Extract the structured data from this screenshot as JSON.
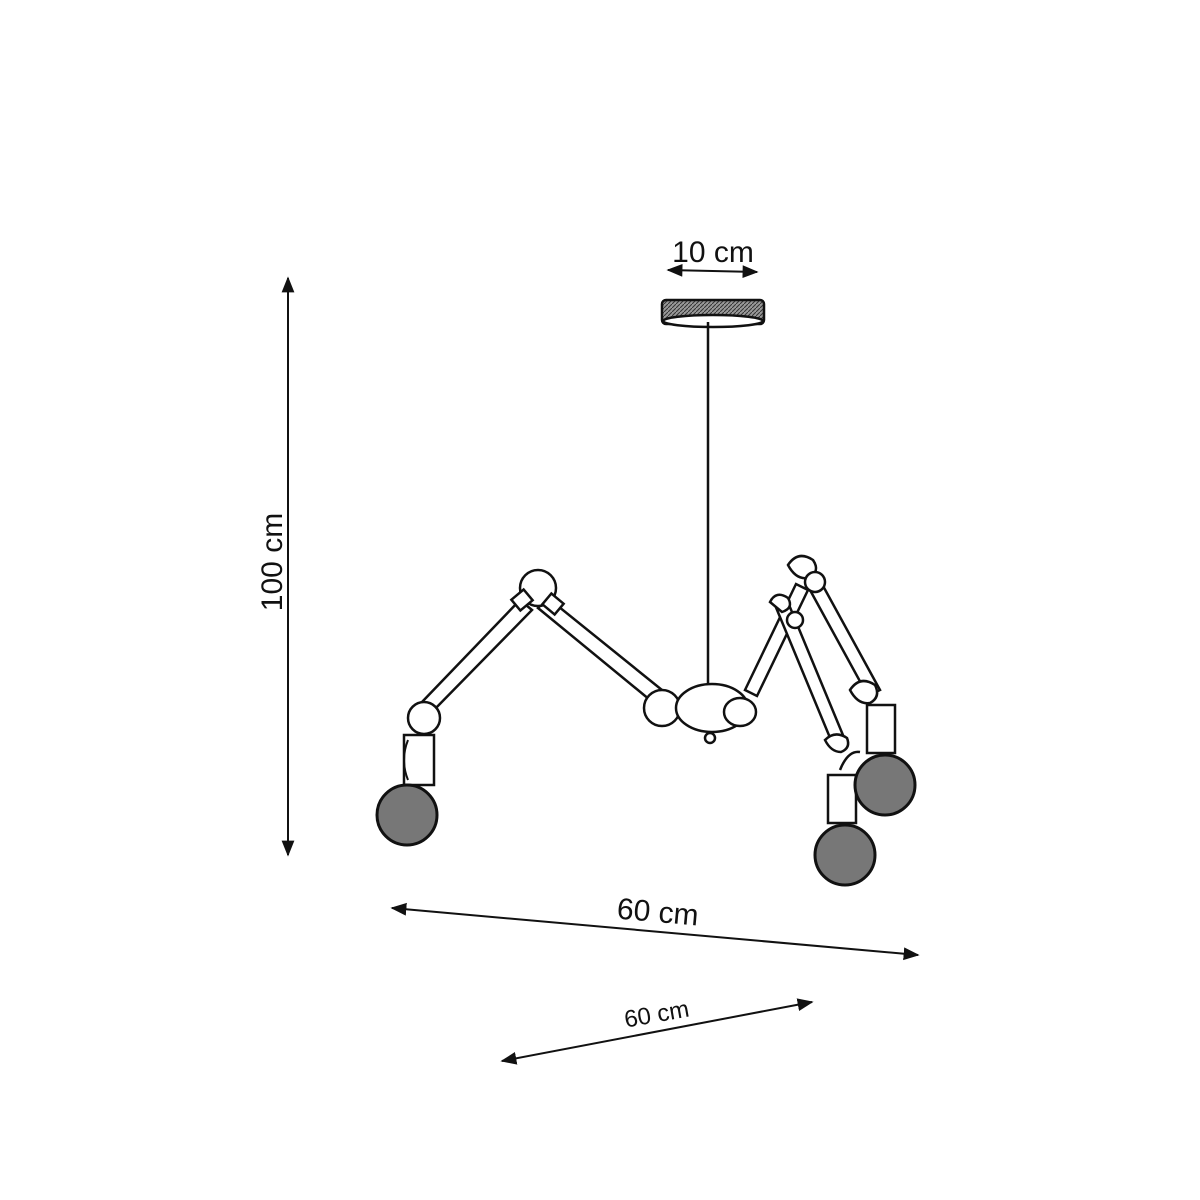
{
  "dimensions": {
    "canopy_width": "10 cm",
    "height": "100 cm",
    "width": "60 cm",
    "depth": "60 cm"
  },
  "colors": {
    "line": "#111111",
    "background": "#ffffff",
    "bulb": "#777777"
  }
}
